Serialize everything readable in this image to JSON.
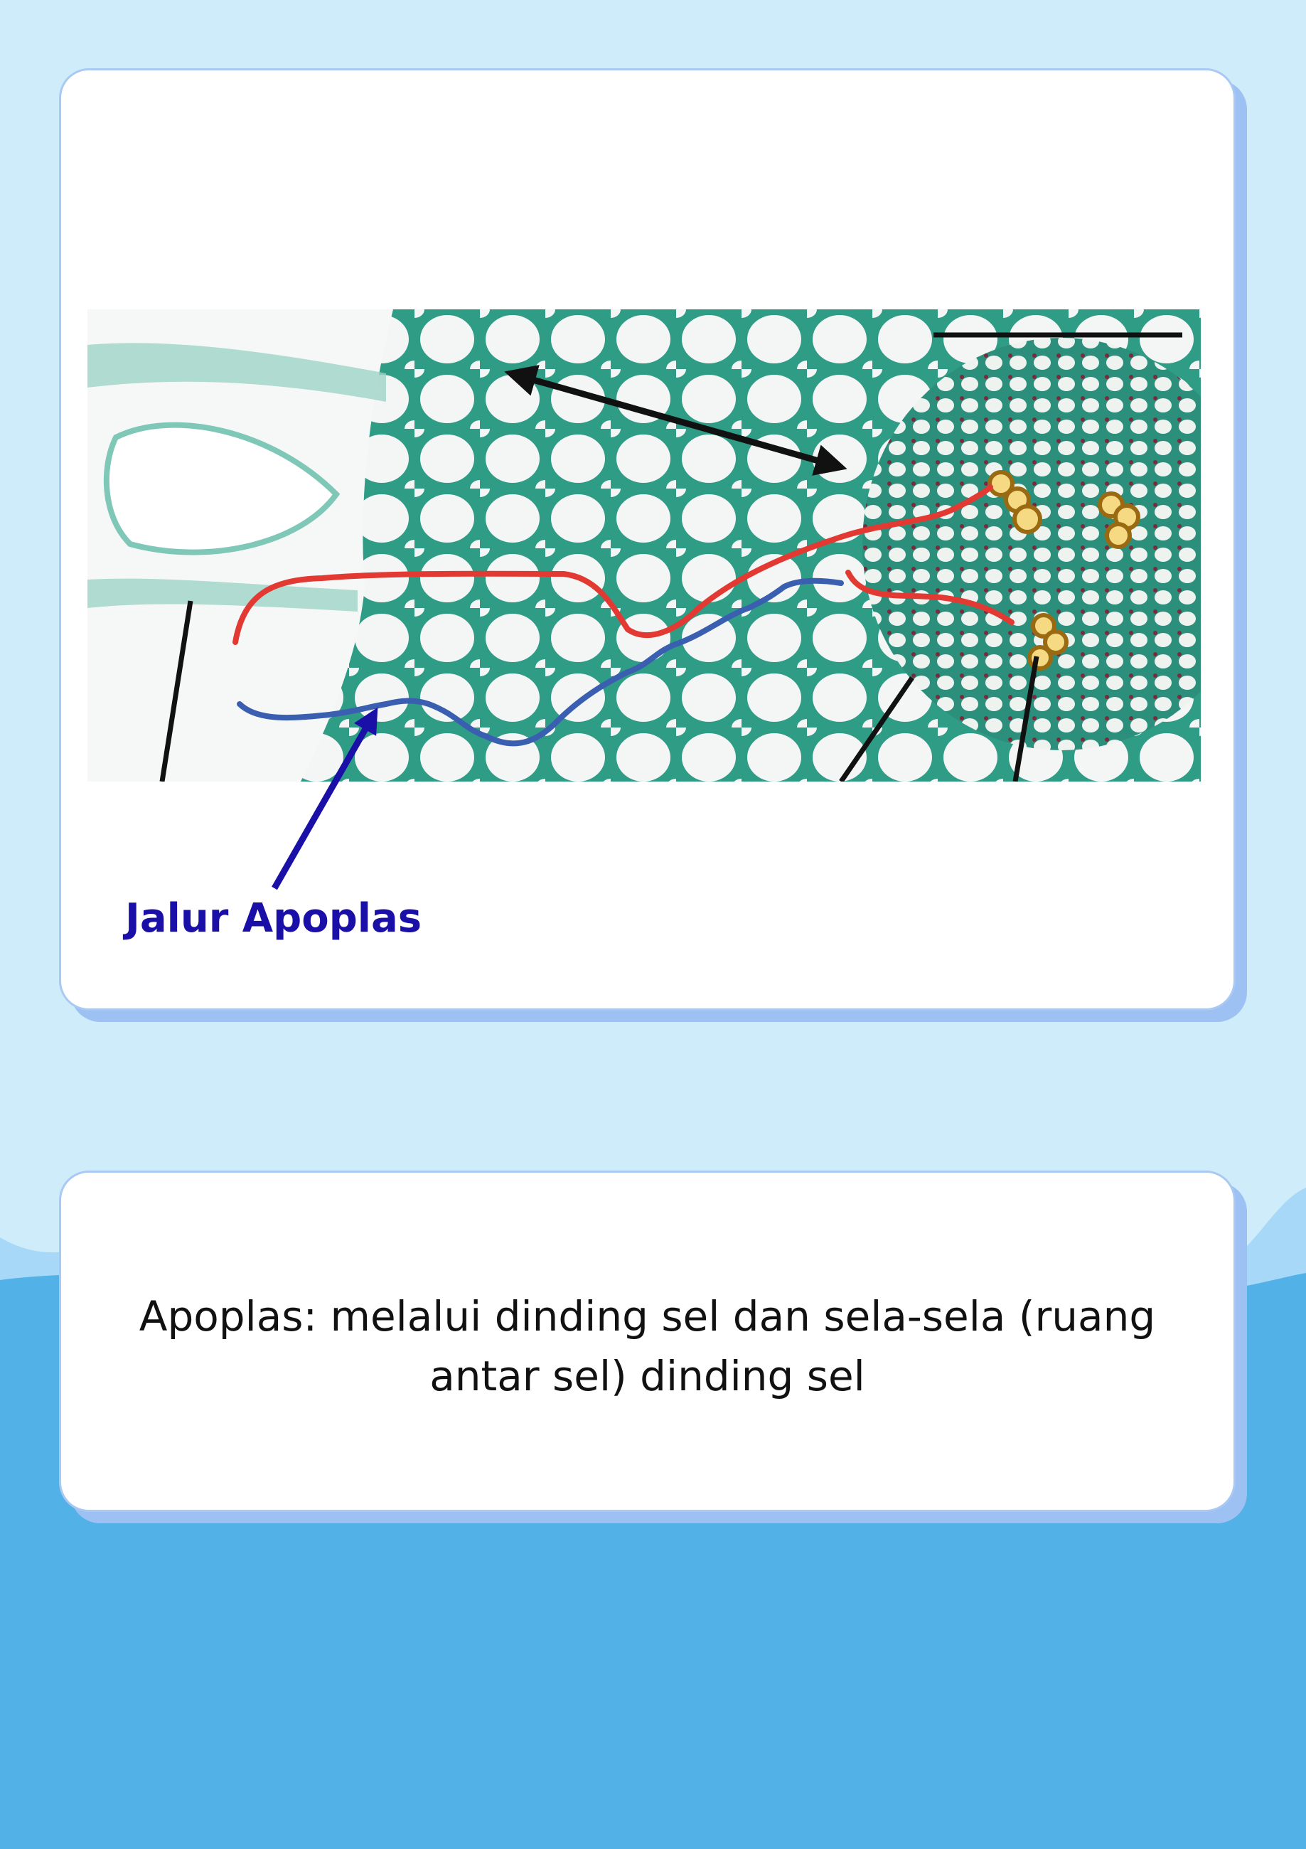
{
  "colors": {
    "sky": "#cfecfb",
    "wave_light": "#a8d8f7",
    "water": "#52b1e6",
    "card_border": "#a9c9f2",
    "card_shadow": "#9ec1f3",
    "apoplast_path": "#3a5fb0",
    "symplast_path": "#e23a33",
    "label": "#1a10a8",
    "cell_wall": "#3aa58e"
  },
  "figure": {
    "image": "root cross-section micrograph (cortex to vascular cylinder)",
    "label": "Jalur Apoplas",
    "arrow_icon": "arrow-up-right-icon"
  },
  "description": {
    "text": "Apoplas: melalui dinding sel dan sela-sela (ruang antar sel) dinding sel"
  }
}
